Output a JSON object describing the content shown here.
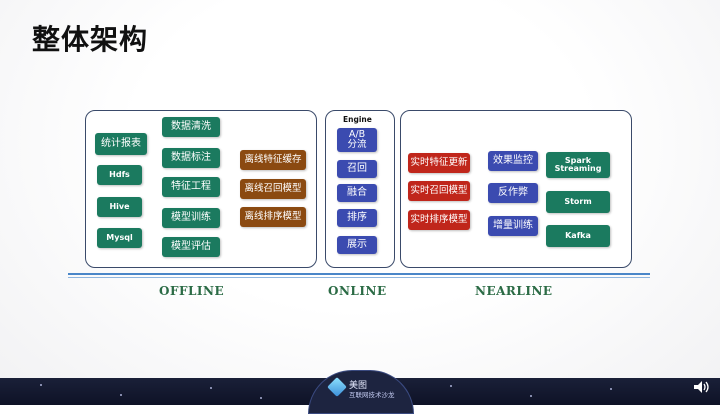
{
  "title": "整体架构",
  "engine_label": "Engine",
  "offline": {
    "col1": [
      "统计报表",
      "Hdfs",
      "Hive",
      "Mysql"
    ],
    "col2": [
      "数据清洗",
      "数据标注",
      "特征工程",
      "模型训练",
      "模型评估"
    ],
    "col3": [
      "离线特征缓存",
      "离线召回模型",
      "离线排序模型"
    ]
  },
  "online": {
    "items": [
      "A/B\n分流",
      "召回",
      "融合",
      "排序",
      "展示"
    ]
  },
  "nearline": {
    "col1": [
      "实时特征更新",
      "实时召回模型",
      "实时排序模型"
    ],
    "col2": [
      "效果监控",
      "反作弊",
      "增量训练"
    ],
    "col3": [
      "Spark\nStreaming",
      "Storm",
      "Kafka"
    ]
  },
  "sections": [
    "OFFLINE",
    "ONLINE",
    "NEARLINE"
  ],
  "footer": {
    "logo_line1": "美图",
    "logo_line2": "互联网技术沙龙"
  },
  "colors": {
    "teal": "#1b7a5f",
    "brown": "#8b4a11",
    "blue": "#3b4bb0",
    "red": "#c0261b",
    "label_green": "#2b6b45"
  },
  "icons": [
    "speaker-icon",
    "cube-logo-icon"
  ]
}
